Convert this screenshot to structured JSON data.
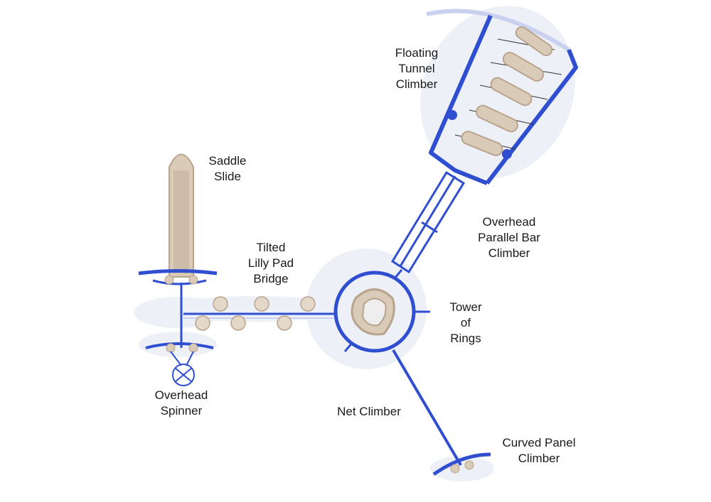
{
  "colors": {
    "frame": "#2f4fd0",
    "frame_dark": "#1f37a8",
    "beige": "#d9cbb8",
    "beige_dark": "#b8a48c",
    "shadow": "#e6e9f3"
  },
  "labels": {
    "floating_tunnel_climber": [
      "Floating",
      "Tunnel",
      "Climber"
    ],
    "saddle_slide": [
      "Saddle",
      "Slide"
    ],
    "tilted_lilly_pad_bridge": [
      "Tilted",
      "Lilly Pad",
      "Bridge"
    ],
    "overhead_parallel_bar_climber": [
      "Overhead",
      "Parallel Bar",
      "Climber"
    ],
    "tower_of_rings": [
      "Tower",
      "of",
      "Rings"
    ],
    "overhead_spinner": [
      "Overhead",
      "Spinner"
    ],
    "net_climber": [
      "Net Climber"
    ],
    "curved_panel_climber": [
      "Curved Panel",
      "Climber"
    ]
  }
}
